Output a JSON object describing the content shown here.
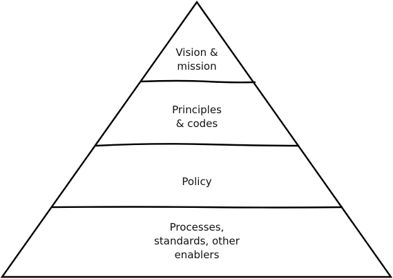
{
  "tiers": [
    {
      "id": "vision",
      "lines": [
        "Vision &",
        "mission"
      ]
    },
    {
      "id": "principles",
      "lines": [
        "Principles",
        "& codes"
      ]
    },
    {
      "id": "policy",
      "lines": [
        "Policy"
      ]
    },
    {
      "id": "processes",
      "lines": [
        "Processes,",
        "standards, other",
        "enablers"
      ]
    }
  ]
}
